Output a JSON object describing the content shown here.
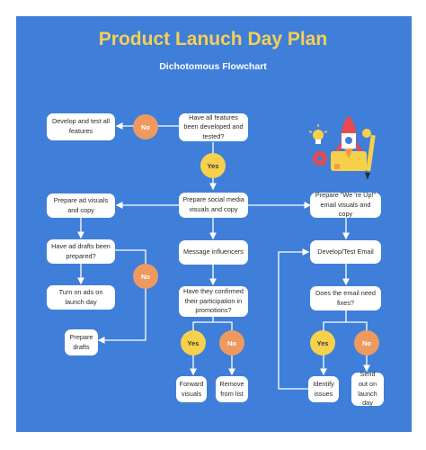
{
  "title": "Product Lanuch Day Plan",
  "subtitle": "Dichotomous Flowchart",
  "nodes": {
    "develop_test_features": "Develop and test all features",
    "all_features_q": "Have all features been developed and tested?",
    "prepare_social": "Prepare social media visuals and copy",
    "prepare_ad": "Prepare ad visuals and copy",
    "ad_drafts_q": "Have ad drafts been prepared?",
    "turn_on_ads": "Turn on ads on launch day",
    "prepare_drafts": "Prepare drafts",
    "message_influencers": "Message influencers",
    "confirmed_q": "Have they confirmed their participation in promotions?",
    "forward_visuals": "Forward visuals",
    "remove_from_list": "Remove from list",
    "prepare_email": "Prepare \"We 're Up!\" email visuals and copy",
    "develop_test_email": "Develop/Test Email",
    "email_fixes_q": "Does the email need fixes?",
    "identify_issues": "Identify issues",
    "send_out": "Send out on launch day"
  },
  "decisions": {
    "no1": "No",
    "yes1": "Yes",
    "no2": "No",
    "yes2": "Yes",
    "no3": "No",
    "yes3": "Yes",
    "no4": "No"
  },
  "colors": {
    "background": "#3f7fd9",
    "title": "#f7cf55",
    "yes": "#f7d04c",
    "no": "#ee9a5f",
    "box": "#ffffff"
  },
  "icons": [
    "rocket-icon",
    "lightbulb-icon",
    "pencil-icon",
    "gear-icon"
  ]
}
